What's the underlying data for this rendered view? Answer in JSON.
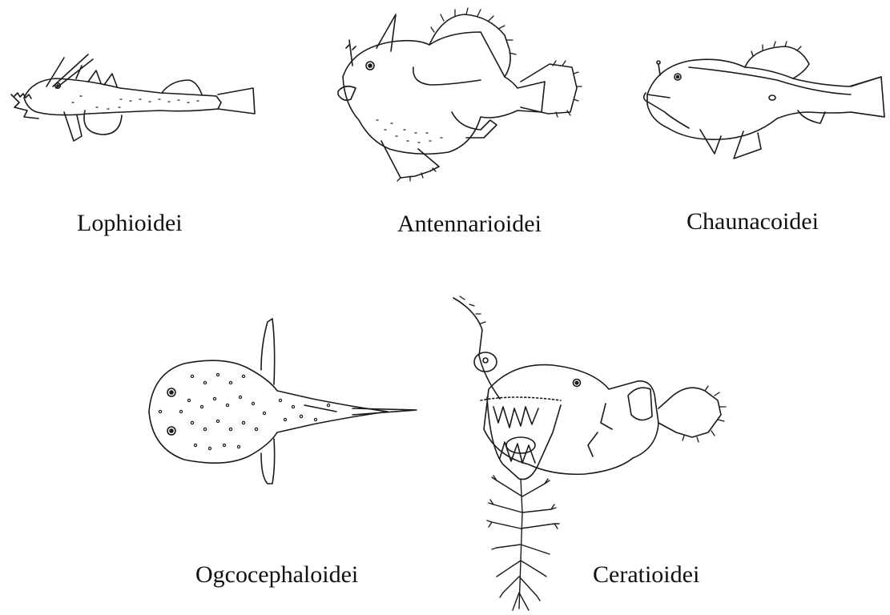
{
  "figure": {
    "groups": [
      {
        "label": "Lophioidei",
        "icon": "lophioid-anglerfish-drawing"
      },
      {
        "label": "Antennarioidei",
        "icon": "frogfish-drawing"
      },
      {
        "label": "Chaunacoidei",
        "icon": "coffinfish-drawing"
      },
      {
        "label": "Ogcocephaloidei",
        "icon": "batfish-drawing"
      },
      {
        "label": "Ceratioidei",
        "icon": "deep-sea-anglerfish-drawing"
      }
    ],
    "colors": {
      "ink": "#1a1a1a",
      "background": "#ffffff",
      "text": "#111111"
    }
  }
}
